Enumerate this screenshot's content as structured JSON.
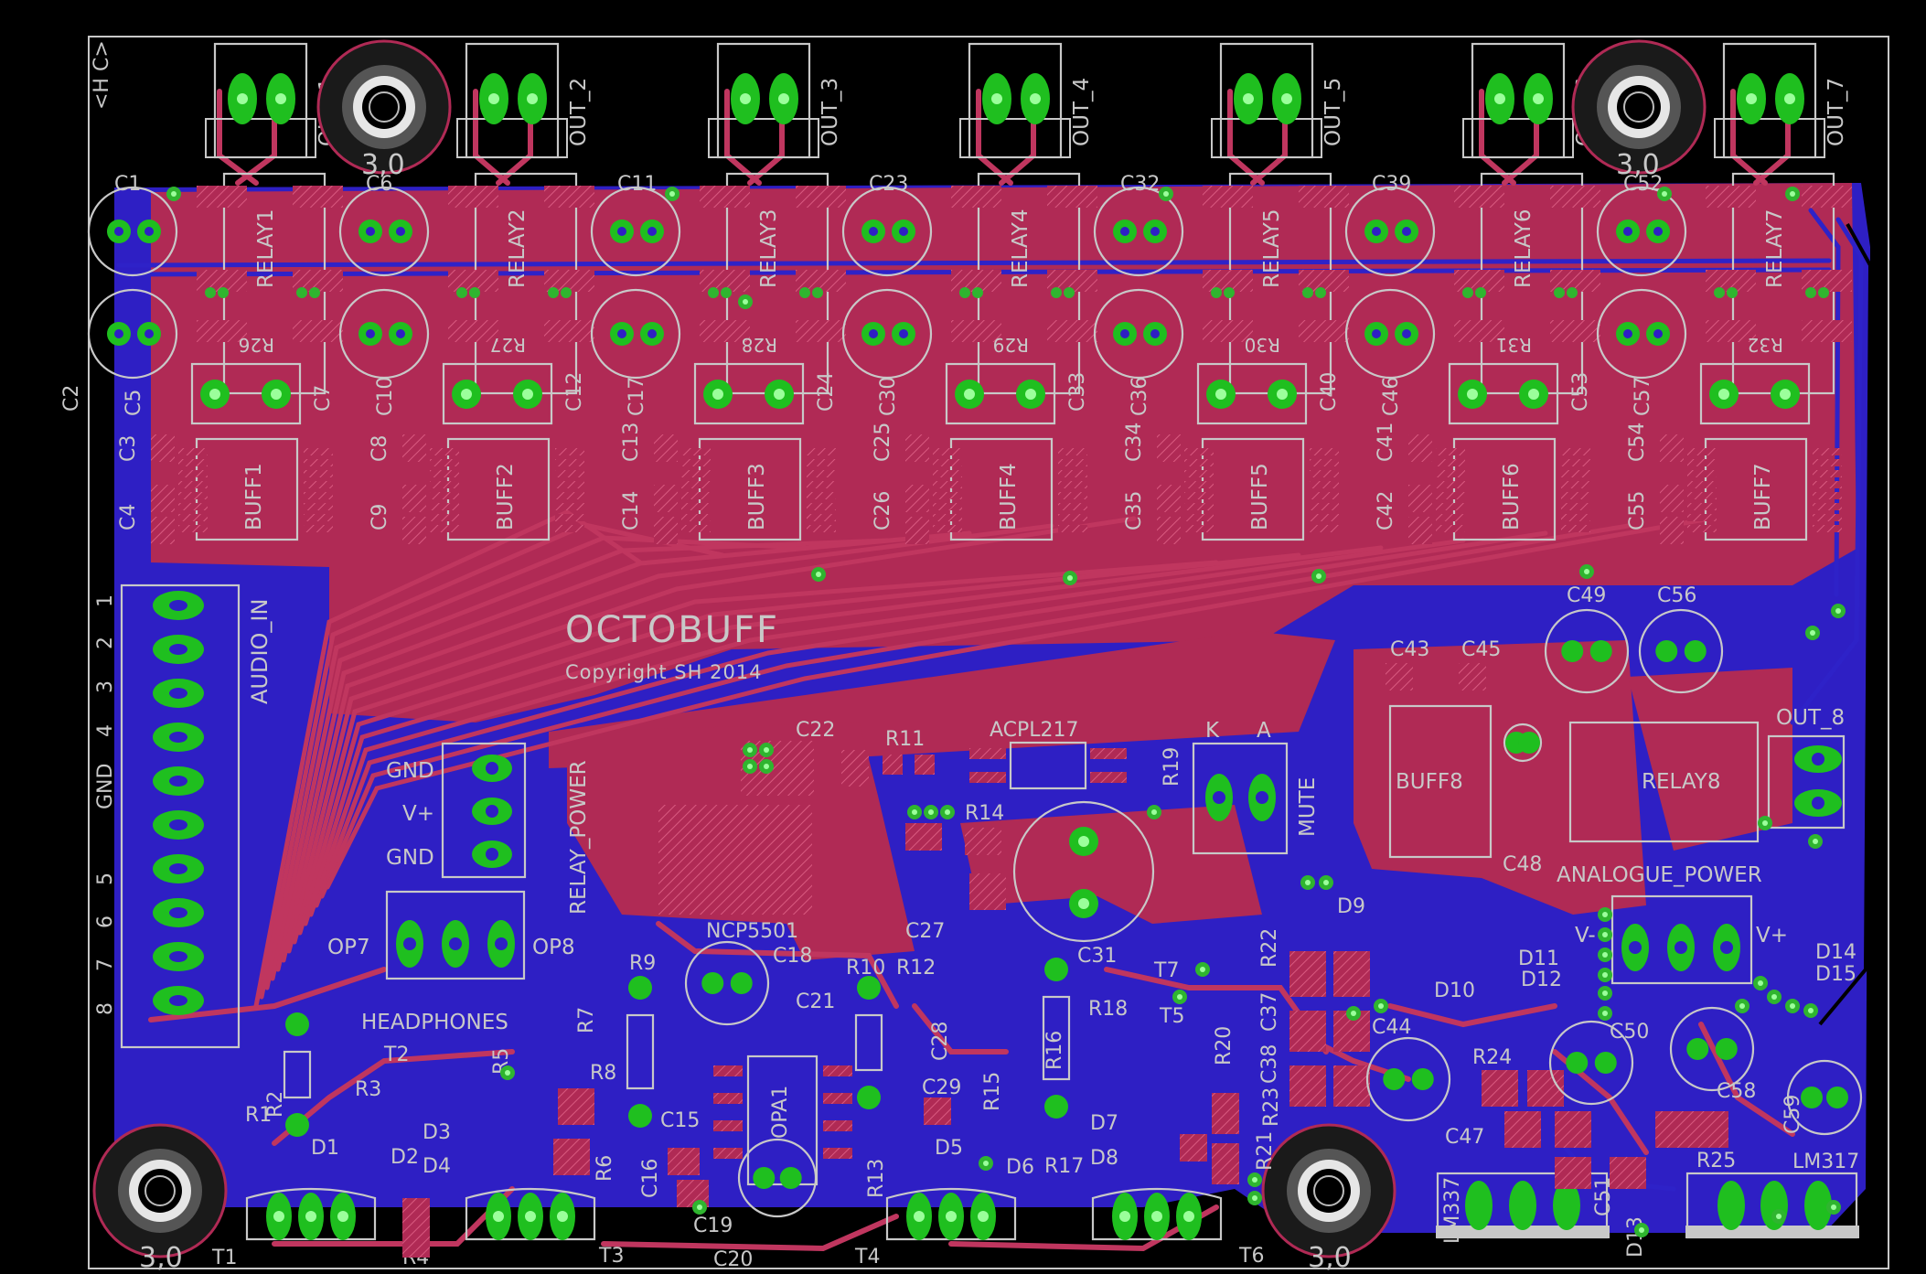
{
  "board": {
    "title": "OCTOBUFF",
    "copyright": "Copyright SH 2014",
    "hole_label": "3,0",
    "corner_mark": "<H C>"
  },
  "outputs": [
    "OUT_1",
    "OUT_2",
    "OUT_3",
    "OUT_4",
    "OUT_5",
    "OUT_6",
    "OUT_7",
    "OUT_8"
  ],
  "relays": [
    "RELAY1",
    "RELAY2",
    "RELAY3",
    "RELAY4",
    "RELAY5",
    "RELAY6",
    "RELAY7",
    "RELAY8"
  ],
  "buffers": [
    "BUFF1",
    "BUFF2",
    "BUFF3",
    "BUFF4",
    "BUFF5",
    "BUFF6",
    "BUFF7",
    "BUFF8"
  ],
  "relay_resistors": [
    "R26",
    "R27",
    "R28",
    "R29",
    "R30",
    "R31",
    "R32"
  ],
  "channel_caps": {
    "top": [
      "C1",
      "C6",
      "C11",
      "C23",
      "C32",
      "C39",
      "C52"
    ],
    "second": [
      "C2",
      "C7",
      "C12",
      "C24",
      "C33",
      "C40",
      "C53"
    ],
    "beside": [
      "C5",
      "C10",
      "C17",
      "C30",
      "C36",
      "C46",
      "C57"
    ],
    "upper": [
      "C3",
      "C8",
      "C13",
      "C25",
      "C34",
      "C41",
      "C54"
    ],
    "lower": [
      "C4",
      "C9",
      "C14",
      "C26",
      "C35",
      "C42",
      "C55"
    ]
  },
  "audio_in": {
    "label": "AUDIO_IN",
    "pins": [
      "1",
      "2",
      "3",
      "4",
      "GND",
      "5",
      "6",
      "7",
      "8"
    ]
  },
  "relay_power": {
    "label": "RELAY_POWER",
    "pins": [
      "GND",
      "V+",
      "GND"
    ]
  },
  "headphones": {
    "label": "HEADPHONES",
    "left": "OP7",
    "right": "OP8"
  },
  "mute": {
    "label": "MUTE",
    "k": "K",
    "a": "A"
  },
  "analogue_power": {
    "label": "ANALOGUE_POWER",
    "minus": "V-",
    "plus": "V+"
  },
  "components": [
    "C22",
    "R11",
    "ACPL217",
    "R19",
    "R14",
    "C27",
    "NCP5501",
    "C18",
    "C31",
    "T7",
    "D9",
    "R9",
    "R10",
    "R12",
    "C21",
    "R7",
    "C28",
    "R16",
    "R18",
    "T5",
    "R22",
    "C37",
    "C43",
    "C45",
    "C49",
    "C56",
    "C48",
    "D10",
    "D11",
    "D12",
    "D14",
    "D15",
    "C44",
    "R24",
    "C50",
    "C58",
    "C59",
    "C47",
    "LM337",
    "C51",
    "D13",
    "R25",
    "LM317",
    "R8",
    "R5",
    "R3",
    "T2",
    "R2",
    "R1",
    "D1",
    "D2",
    "D3",
    "D4",
    "R6",
    "R4",
    "T1",
    "T3",
    "C15",
    "C16",
    "C19",
    "C20",
    "OPA1",
    "C29",
    "R15",
    "R13",
    "D5",
    "D6",
    "R17",
    "T4",
    "D7",
    "D8",
    "R20",
    "R23",
    "R21",
    "T6",
    "C38"
  ]
}
